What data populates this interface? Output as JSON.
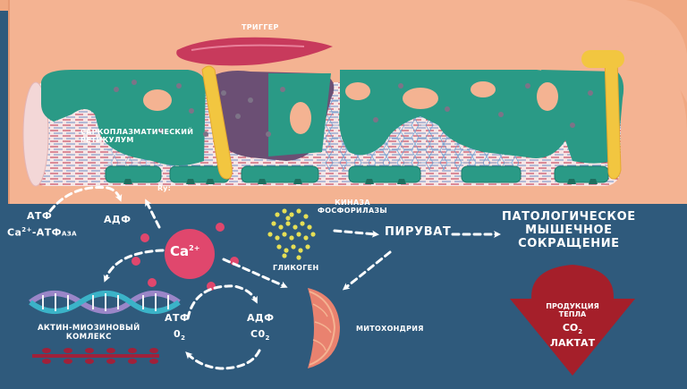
{
  "labels": {
    "trigger": "ТРИГГЕР",
    "sr_line1": "САРКОПЛАЗМАТИЧЕСКИЙ",
    "sr_line2": "РЕТИКУЛУМ",
    "ry": "Ry:",
    "atp_left": "АТФ",
    "ca_atpase_pre": "Ca",
    "ca_atpase_sup": "2+",
    "ca_atpase_mid": "-АТФ",
    "ca_atpase_sub": "АЗА",
    "adp_left": "АДФ",
    "ca_ion_base": "Ca",
    "ca_ion_sup": "2+",
    "kinase_line1": "КИНАЗА",
    "kinase_line2": "ФОСФОРИЛАЗЫ",
    "glycogen": "ГЛИКОГЕН",
    "pyruvate": "ПИРУВАТ",
    "patho_line1": "ПАТОЛОГИЧЕСКОЕ",
    "patho_line2": "МЫШЕЧНОЕ",
    "patho_line3": "СОКРАЩЕНИЕ",
    "actin_line1": "АКТИН-МИОЗИНОВЫЙ",
    "actin_line2": "КОМЛЕКС",
    "atp_mid": "АТФ",
    "o2_base": "0",
    "o2_sub": "2",
    "adp_mid": "АДФ",
    "co2_mid_base": "C0",
    "co2_mid_sub": "2",
    "mito": "МИТОХОНДРИЯ",
    "heat_line1": "ПРОДУКЦИЯ",
    "heat_line2": "ТЕПЛА",
    "heat_co2_base": "CO",
    "heat_co2_sub": "2",
    "lactate": "ЛАКТАТ"
  },
  "colors": {
    "background": "#2f5a7c",
    "membrane": "#f4b392",
    "sr_green": "#2a9a86",
    "trigger": "#c83a5c",
    "calcium": "#e0476d",
    "heat_arrow": "#a51f2a",
    "glycogen_dots": "#e6df55",
    "t_tubule": "#f2c640"
  }
}
